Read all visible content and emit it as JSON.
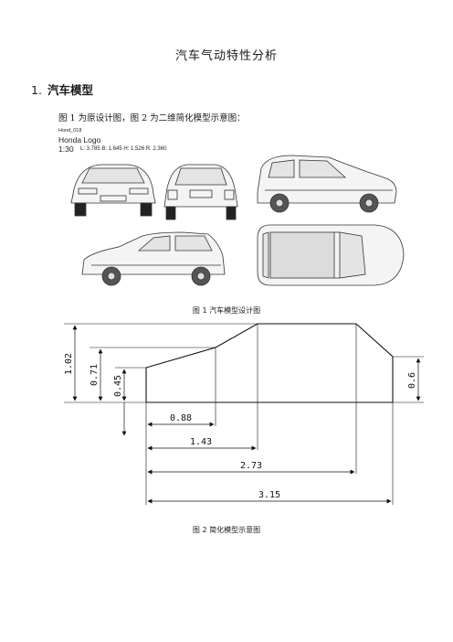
{
  "document": {
    "title": "汽车气动特性分析",
    "section": {
      "number": "1.",
      "heading": "汽车模型"
    },
    "intro": "图 1 为原设计图，图 2 为二维简化模型示意图："
  },
  "figure1": {
    "sheet_code": "Hond_018",
    "make": "Honda Logo",
    "scale": "1:30",
    "dimensions": "L: 3.785   B: 1.645   H: 1.526   R: 2.360",
    "caption": "图  1  汽车模型设计图",
    "views": [
      "front-view",
      "rear-view",
      "side-view-right",
      "side-view-left",
      "top-view"
    ]
  },
  "figure2": {
    "caption": "图  2  简化模型示意图",
    "heights": [
      "1.02",
      "0.71",
      "0.45",
      "0.6"
    ],
    "lengths": [
      "0.88",
      "1.43",
      "2.73",
      "3.15"
    ]
  }
}
